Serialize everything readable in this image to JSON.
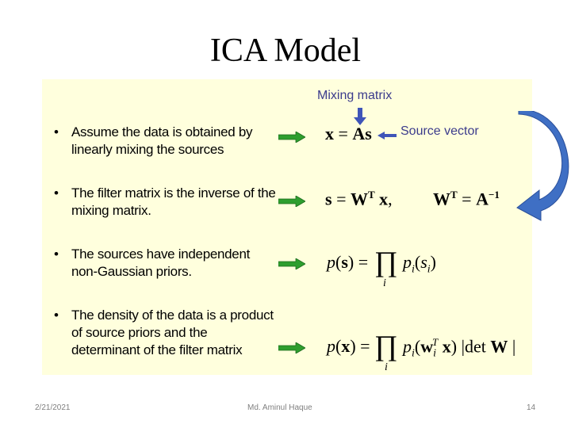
{
  "slide": {
    "title": "ICA Model",
    "footer": {
      "date": "2/21/2021",
      "author": "Md. Aminul Haque",
      "page": "14"
    }
  },
  "bullets": [
    {
      "marker": "•",
      "text": "Assume the data is obtained by linearly mixing the sources"
    },
    {
      "marker": "•",
      "text": "The filter matrix is the inverse of the mixing matrix."
    },
    {
      "marker": "•",
      "text": "The sources have independent non-Gaussian priors."
    },
    {
      "marker": "•",
      "text": "The density of the data is a product of source priors and the determinant of the filter matrix"
    }
  ],
  "annotations": {
    "mixing_matrix": "Mixing matrix",
    "source_vector": "Source vector"
  },
  "equations": {
    "eq1": {
      "x": "x",
      "eq": "=",
      "As": "As"
    },
    "eq2": {
      "s": "s",
      "eq": "=",
      "W": "W",
      "T": "T",
      "x": "x",
      "comma": ",",
      "W2": "W",
      "T2": "T",
      "eq2": "=",
      "A": "A",
      "inv": "−1"
    },
    "eq3": {
      "p": "p",
      "lp": "(",
      "s": "s",
      "rp": ")",
      "eq": "=",
      "prod": "∏",
      "i": "i",
      "p2": "p",
      "sub_i": "i",
      "lp2": "(",
      "s2": "s",
      "sub_i2": "i",
      "rp2": ")"
    },
    "eq4": {
      "p": "p",
      "lp": "(",
      "x": "x",
      "rp": ")",
      "eq": "=",
      "prod": "∏",
      "i": "i",
      "p2": "p",
      "sub_i": "i",
      "lp2": "(",
      "w": "w",
      "sub_i2": "i",
      "T": "T",
      "x2": "x",
      "rp2": ")",
      "bar1": "|",
      "det": "det",
      "W": "W",
      "bar2": "|"
    }
  },
  "colors": {
    "panel": "#ffffdd",
    "arrow_green": "#2e9e2e",
    "arrow_blue": "#3f6fc4",
    "label_blue": "#3b3b8c"
  }
}
